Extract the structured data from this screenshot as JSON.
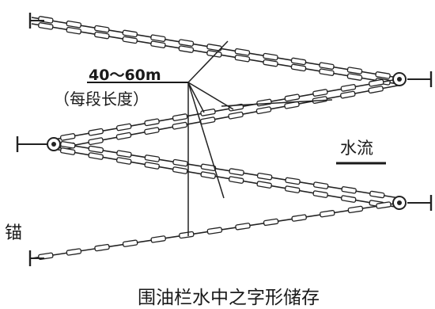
{
  "labels": {
    "segment_length": "40～60m",
    "segment_note": "（每段长度）",
    "water_flow": "水流",
    "anchor": "锚",
    "caption": "围油栏水中之字形储存"
  }
}
